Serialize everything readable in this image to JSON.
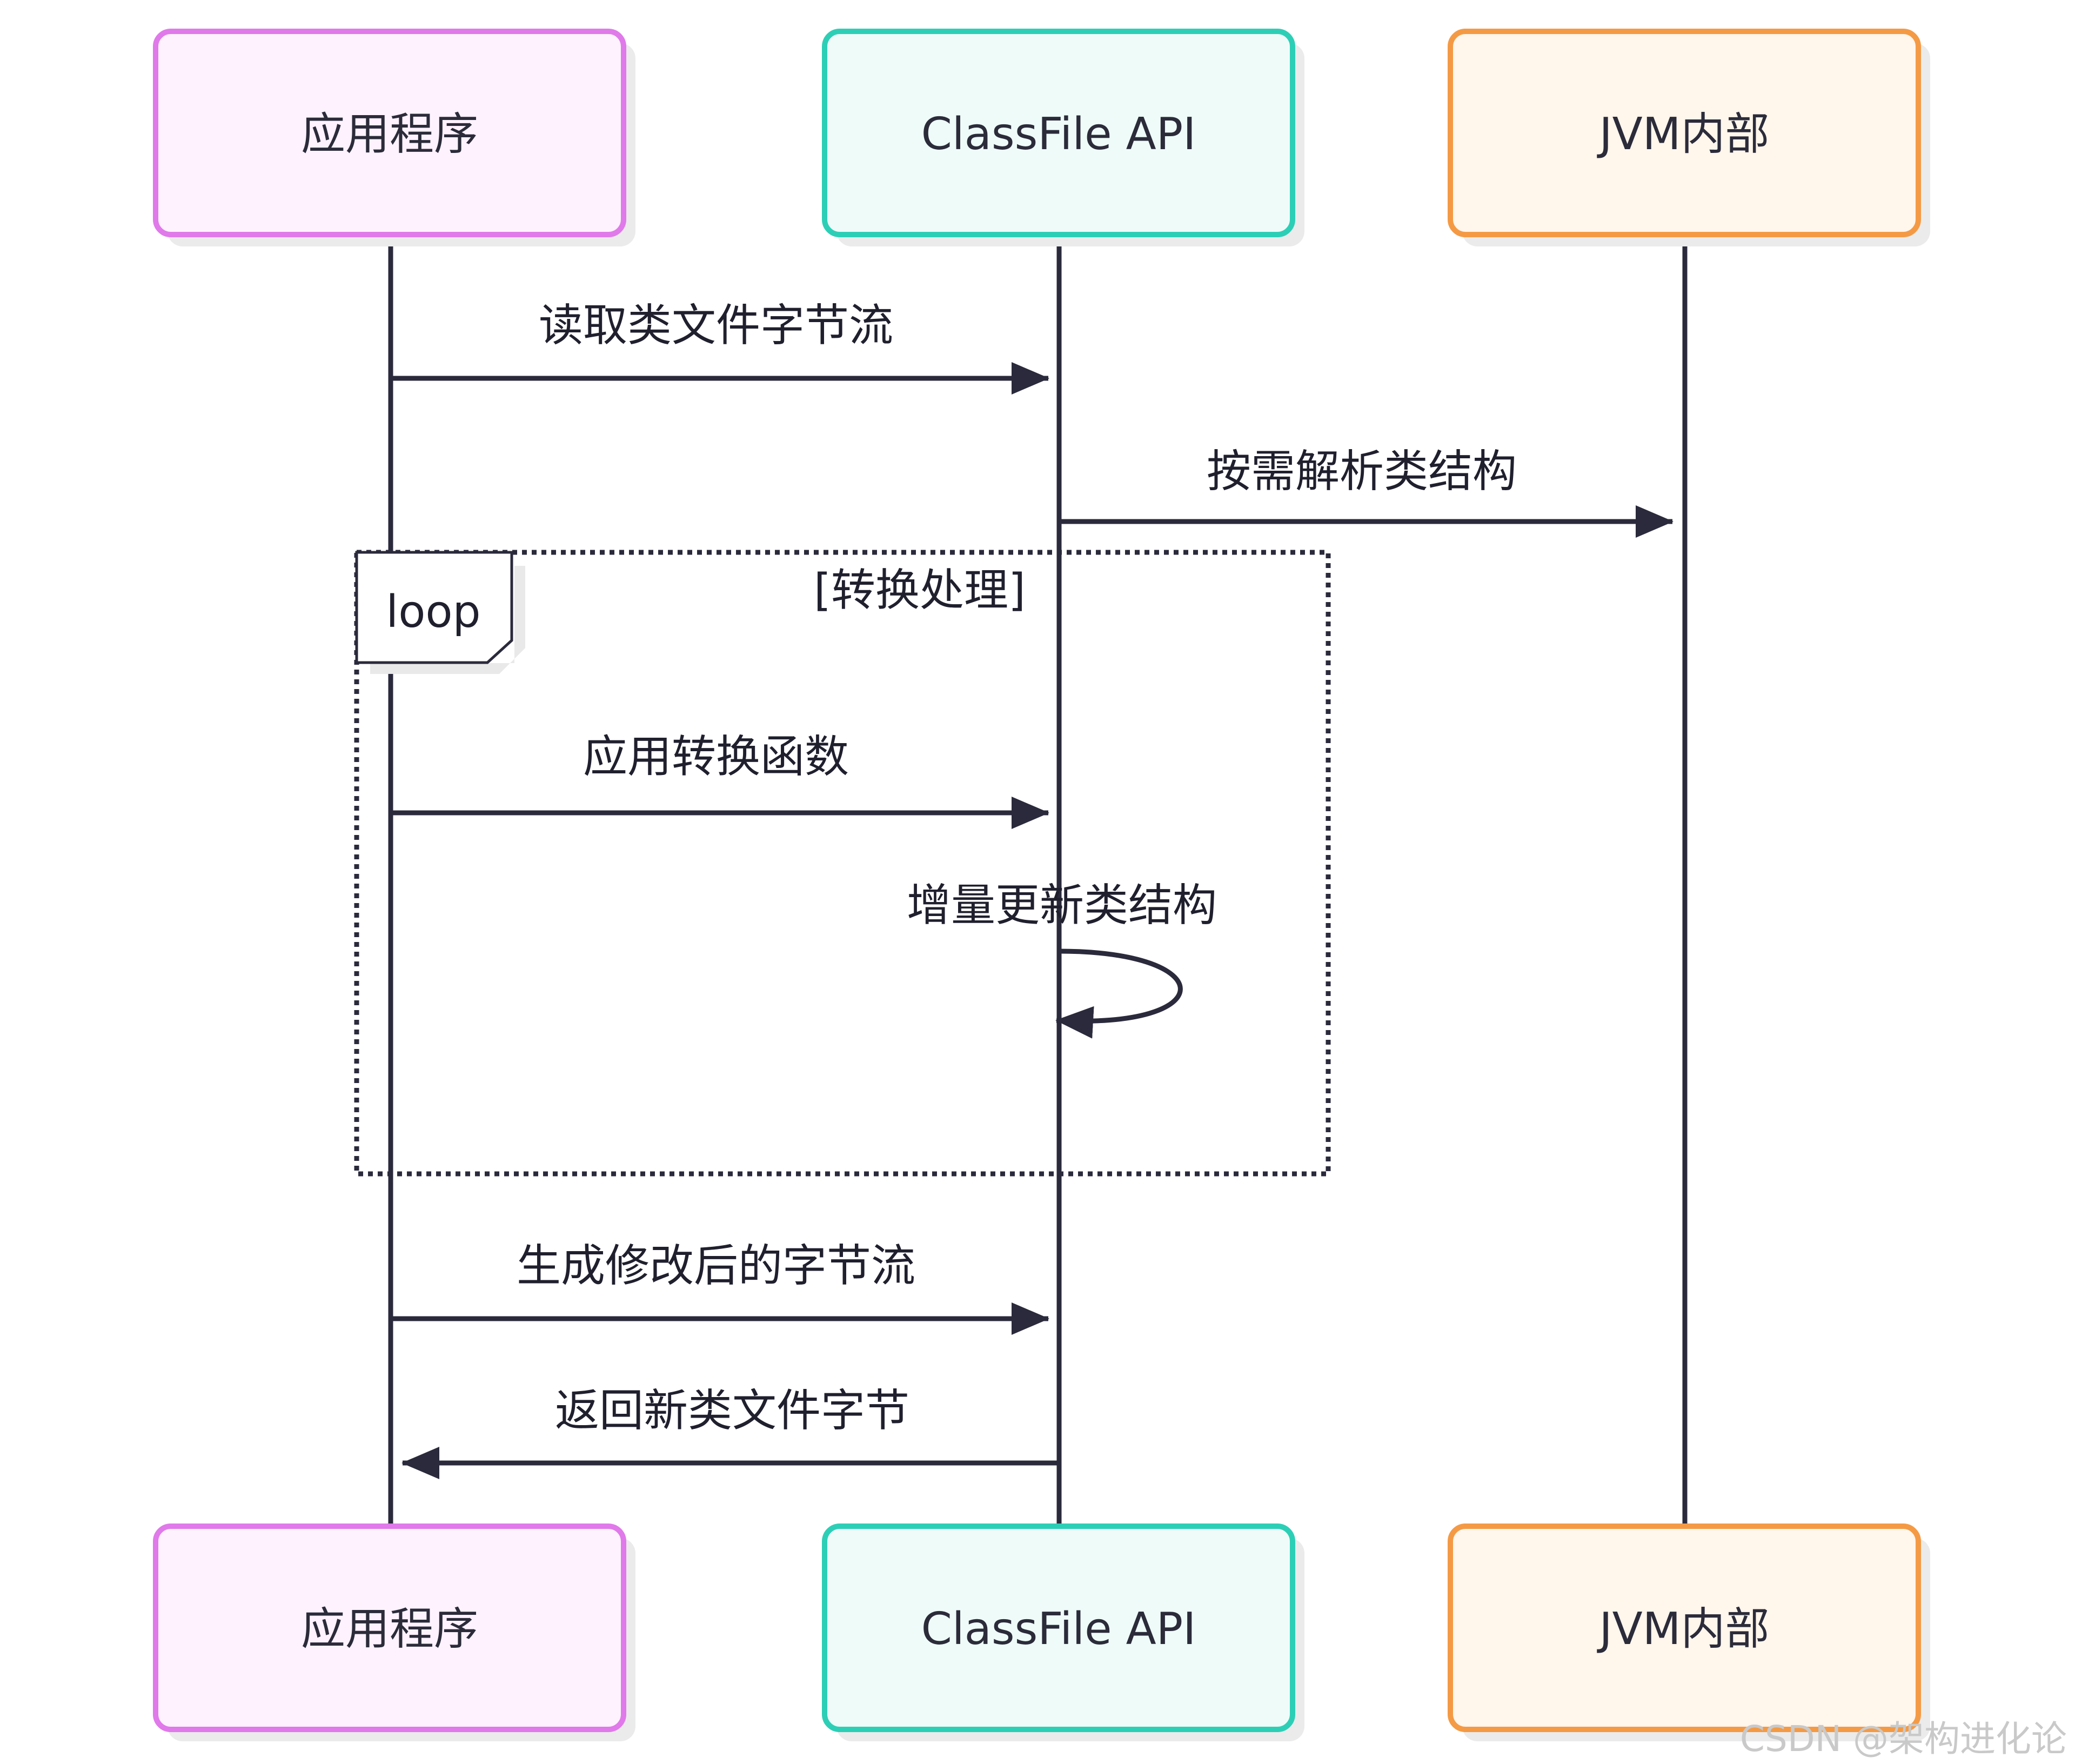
{
  "participants": {
    "app": {
      "label": "应用程序",
      "border": "#e079ea",
      "fill": "#fdf2fd"
    },
    "classfile": {
      "label": "ClassFile API",
      "border": "#2ccfb6",
      "fill": "#eefbf8"
    },
    "jvm": {
      "label": "JVM内部",
      "border": "#f49a45",
      "fill": "#fff6ec"
    }
  },
  "messages": [
    {
      "text": "读取类文件字节流"
    },
    {
      "text": "按需解析类结构"
    },
    {
      "text": "应用转换函数"
    },
    {
      "text": "增量更新类结构"
    },
    {
      "text": "生成修改后的字节流"
    },
    {
      "text": "返回新类文件字节"
    }
  ],
  "loop": {
    "keyword": "loop",
    "condition": "[转换处理]"
  },
  "watermark": "CSDN @架构进化论",
  "colors": {
    "line": "#2a2a3c",
    "shadow": "#e6e6e6"
  }
}
